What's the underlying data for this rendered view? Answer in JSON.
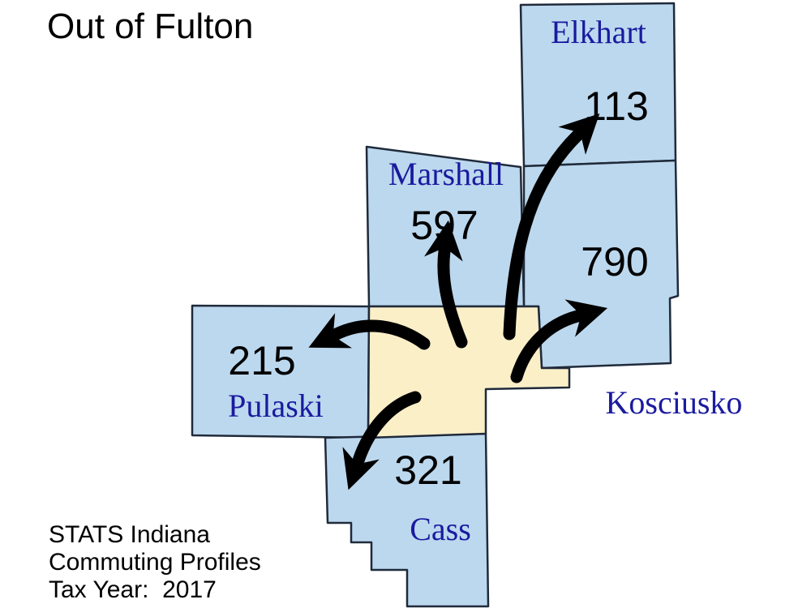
{
  "title": "Out of Fulton",
  "credit": {
    "line1": "STATS Indiana",
    "line2": "Commuting Profiles",
    "line3": "Tax Year:  2017"
  },
  "colors": {
    "destination_fill": "#bcd8ee",
    "origin_fill": "#fbefc8",
    "border": "#1f2a3a",
    "county_label": "#1a1aa0",
    "arrow": "#000000"
  },
  "origin": {
    "name": "Fulton"
  },
  "counties": [
    {
      "id": "elkhart",
      "name": "Elkhart",
      "commuters": 113
    },
    {
      "id": "marshall",
      "name": "Marshall",
      "commuters": 597
    },
    {
      "id": "kosciusko",
      "name": "Kosciusko",
      "commuters": 790
    },
    {
      "id": "pulaski",
      "name": "Pulaski",
      "commuters": 215
    },
    {
      "id": "cass",
      "name": "Cass",
      "commuters": 321
    }
  ]
}
